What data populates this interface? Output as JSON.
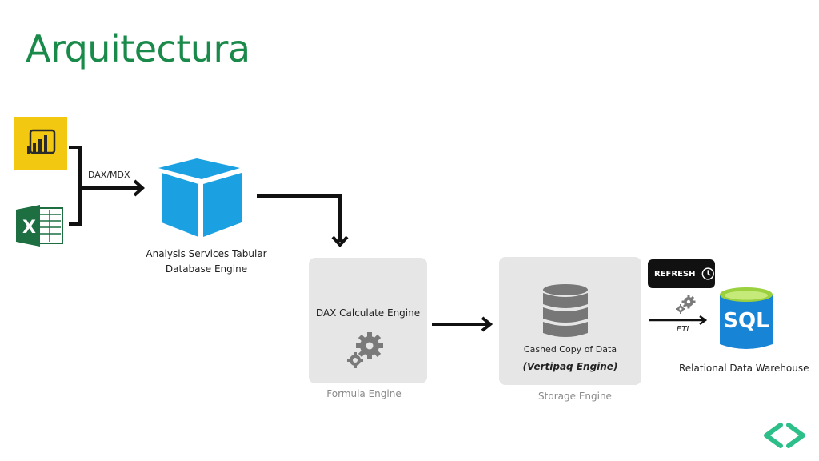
{
  "slide": {
    "title": "Arquitectura"
  },
  "clients": {
    "powerbi": {
      "icon": "power-bi-icon",
      "color": "#F2C811"
    },
    "excel": {
      "icon": "excel-icon",
      "color": "#1D6F42"
    },
    "arrow_label": "DAX/MDX"
  },
  "analysis_services": {
    "icon": "analysis-services-cube-icon",
    "color": "#1BA1E2",
    "label_line1": "Analysis Services Tabular",
    "label_line2": "Database Engine"
  },
  "formula_engine": {
    "box_label": "DAX Calculate Engine",
    "caption": "Formula Engine",
    "icon": "gears-icon"
  },
  "storage_engine": {
    "label_line1": "Cashed Copy of Data",
    "label_line2": "(Vertipaq Engine)",
    "caption": "Storage Engine",
    "icon": "database-icon"
  },
  "etl": {
    "refresh_label": "REFRESH",
    "refresh_icon": "clock-icon",
    "gear_icon": "gears-icon",
    "arrow_label": "ETL"
  },
  "warehouse": {
    "icon_text": "SQL",
    "label": "Relational Data Warehouse",
    "icon": "sql-database-icon"
  },
  "brand": {
    "icon": "chevrons-logo-icon",
    "color": "#2dbf8a"
  }
}
